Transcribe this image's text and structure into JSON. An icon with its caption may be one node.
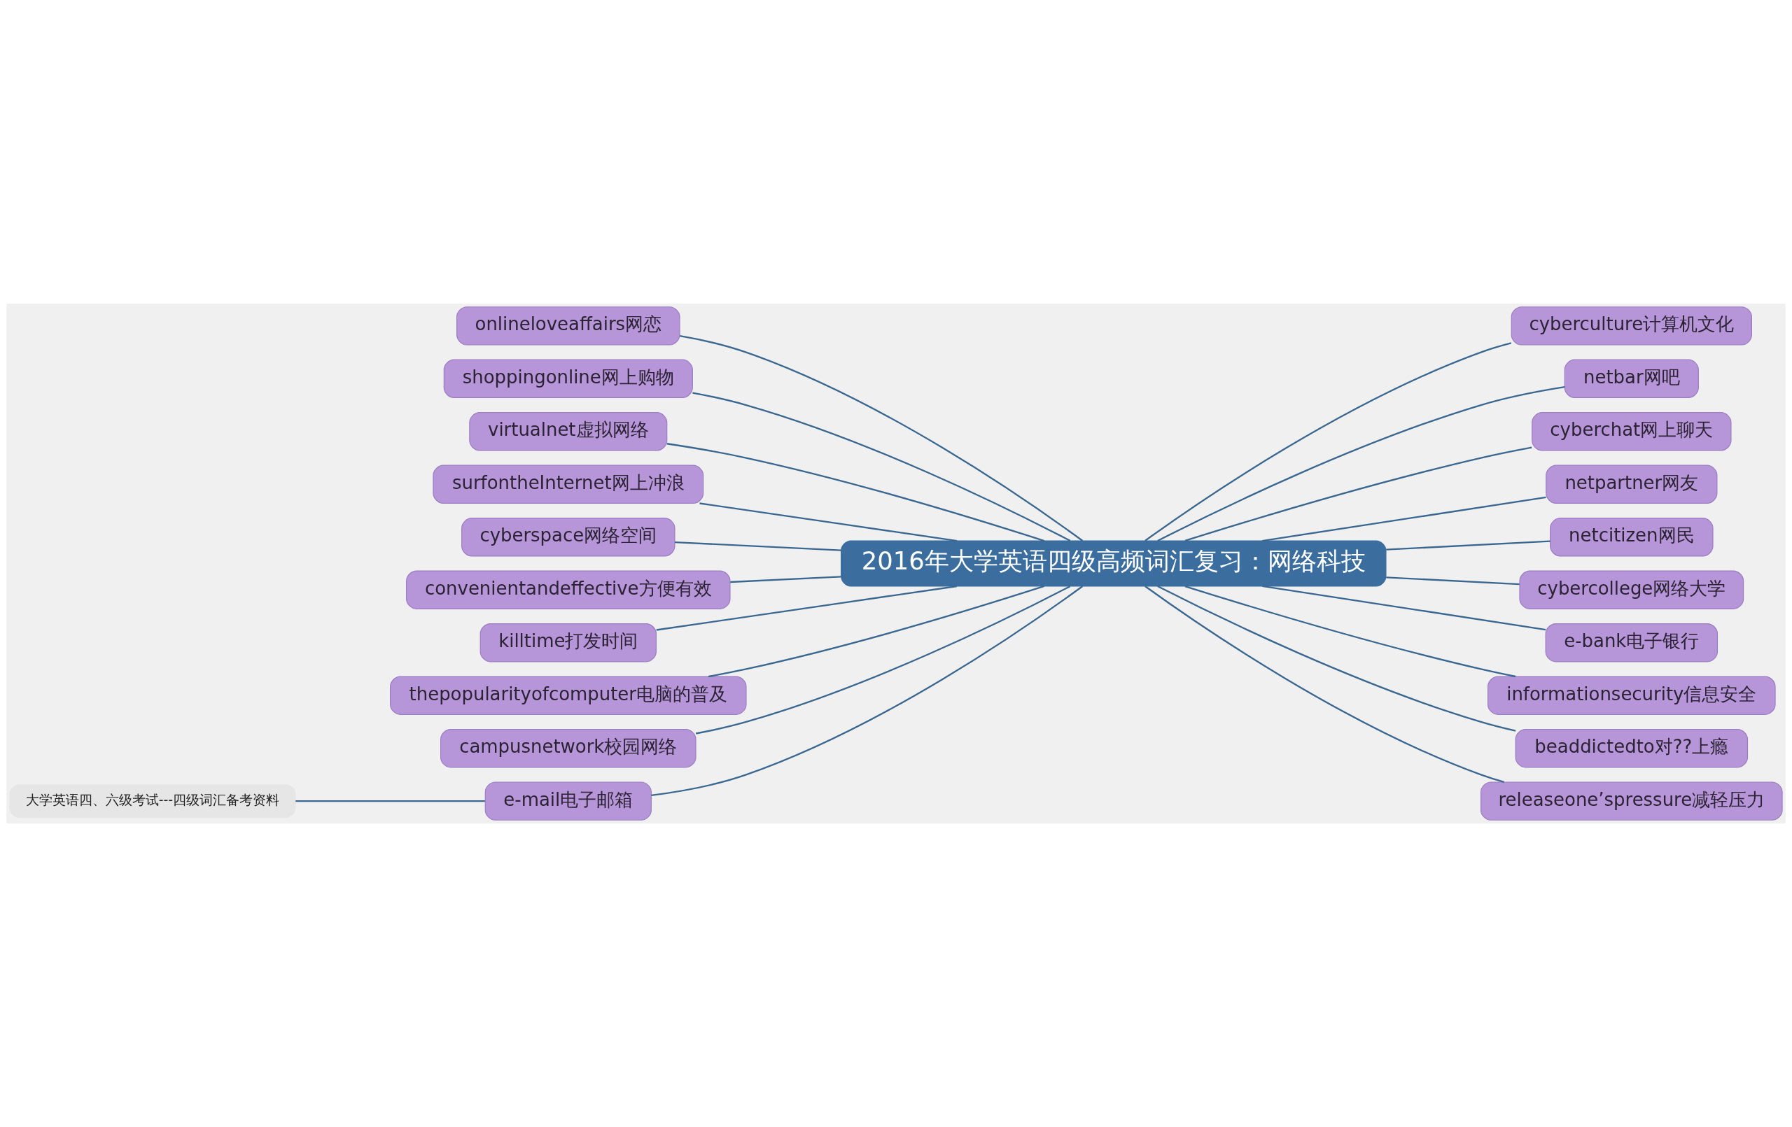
{
  "diagram": {
    "nodes": [
      {
        "text": [
          "2016年大学英语四级高频词汇复习：网络科技"
        ]
      },
      {
        "text": [
          "onlineloveaffairs网恋"
        ]
      },
      {
        "text": [
          "shoppingonline网上购物"
        ]
      },
      {
        "text": [
          "virtualnet虚拟网络"
        ]
      },
      {
        "text": [
          "surfontheInternet网上冲浪"
        ]
      },
      {
        "text": [
          "cyberspace网络空间"
        ]
      },
      {
        "text": [
          "convenientandeffective方便有效"
        ]
      },
      {
        "text": [
          "killtime打发时间"
        ]
      },
      {
        "text": [
          "thepopularityofcomputer电脑的普及"
        ]
      },
      {
        "text": [
          "campusnetwork校园网络"
        ]
      },
      {
        "text": [
          "e-mail电子邮箱"
        ]
      },
      {
        "text": [
          "cyberculture计算机文化"
        ]
      },
      {
        "text": [
          "netbar网吧"
        ]
      },
      {
        "text": [
          "cyberchat网上聊天"
        ]
      },
      {
        "text": [
          "netpartner网友"
        ]
      },
      {
        "text": [
          "netcitizen网民"
        ]
      },
      {
        "text": [
          "cybercollege网络大学"
        ]
      },
      {
        "text": [
          "e-bank电子银行"
        ]
      },
      {
        "text": [
          "informationsecurity信息安全"
        ]
      },
      {
        "text": [
          "beaddictedto对??上瘾"
        ]
      },
      {
        "text": [
          "releaseone’spressure减轻压力"
        ]
      },
      {
        "text": [
          "大学英语四、六级考试---四级词汇备考资料"
        ]
      }
    ],
    "edges": [
      {
        "from": 0,
        "to": 1,
        "arrow": "none"
      },
      {
        "from": 0,
        "to": 2,
        "arrow": "none"
      },
      {
        "from": 0,
        "to": 3,
        "arrow": "none"
      },
      {
        "from": 0,
        "to": 4,
        "arrow": "none"
      },
      {
        "from": 0,
        "to": 5,
        "arrow": "none"
      },
      {
        "from": 0,
        "to": 6,
        "arrow": "none"
      },
      {
        "from": 0,
        "to": 7,
        "arrow": "none"
      },
      {
        "from": 0,
        "to": 8,
        "arrow": "none"
      },
      {
        "from": 0,
        "to": 9,
        "arrow": "none"
      },
      {
        "from": 0,
        "to": 10,
        "arrow": "none"
      },
      {
        "from": 0,
        "to": 11,
        "arrow": "none"
      },
      {
        "from": 0,
        "to": 12,
        "arrow": "none"
      },
      {
        "from": 0,
        "to": 13,
        "arrow": "none"
      },
      {
        "from": 0,
        "to": 14,
        "arrow": "none"
      },
      {
        "from": 0,
        "to": 15,
        "arrow": "none"
      },
      {
        "from": 0,
        "to": 16,
        "arrow": "none"
      },
      {
        "from": 0,
        "to": 17,
        "arrow": "none"
      },
      {
        "from": 0,
        "to": 18,
        "arrow": "none"
      },
      {
        "from": 0,
        "to": 19,
        "arrow": "none"
      },
      {
        "from": 0,
        "to": 20,
        "arrow": "none"
      },
      {
        "from": 10,
        "to": 21,
        "arrow": "none"
      }
    ]
  }
}
